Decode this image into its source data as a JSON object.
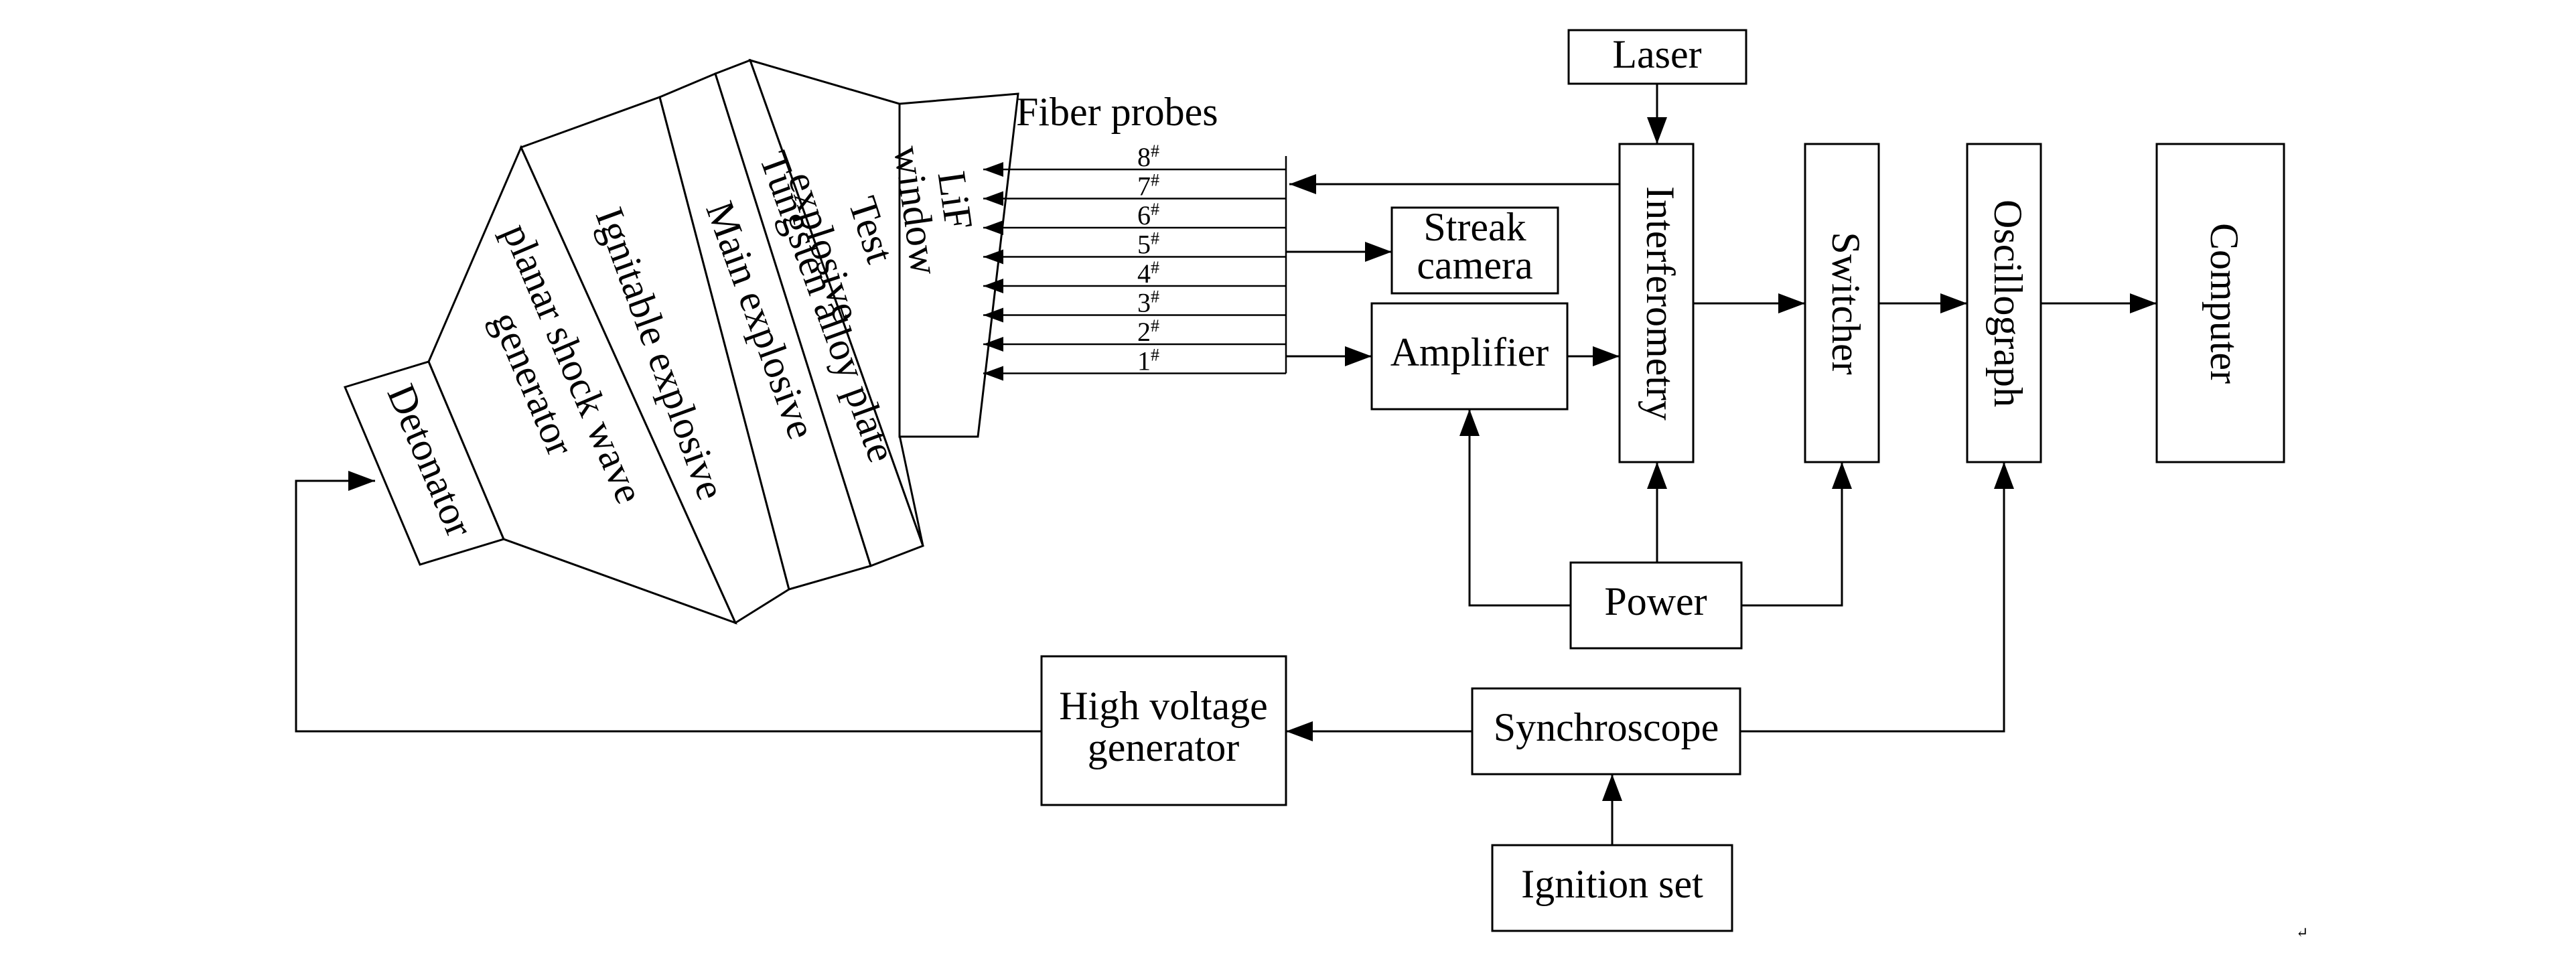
{
  "labels": {
    "laser": "Laser",
    "fiber_probes": "Fiber probes",
    "interferometry": "Interferometry",
    "switcher": "Switcher",
    "oscillograph": "Oscillograph",
    "computer": "Computer",
    "streak_camera_line1": "Streak",
    "streak_camera_line2": "camera",
    "amplifier": "Amplifier",
    "power": "Power",
    "high_voltage_line1": "High voltage",
    "high_voltage_line2": "generator",
    "synchroscope": "Synchroscope",
    "ignition_set": "Ignition set",
    "detonator": "Detonator",
    "planar_line1": "planar shock wave",
    "planar_line2": "generator",
    "ignitable_explosive": "Ignitable explosive",
    "main_explosive": "Main explosive",
    "tungsten_plate": "Tungsten alloy plate",
    "test_line1": "Test",
    "test_line2": "explosive",
    "lif_line1": "LiF",
    "lif_line2": "window"
  },
  "probes": [
    {
      "num": "8",
      "mark": "#"
    },
    {
      "num": "7",
      "mark": "#"
    },
    {
      "num": "6",
      "mark": "#"
    },
    {
      "num": "5",
      "mark": "#"
    },
    {
      "num": "4",
      "mark": "#"
    },
    {
      "num": "3",
      "mark": "#"
    },
    {
      "num": "2",
      "mark": "#"
    },
    {
      "num": "1",
      "mark": "#"
    }
  ]
}
